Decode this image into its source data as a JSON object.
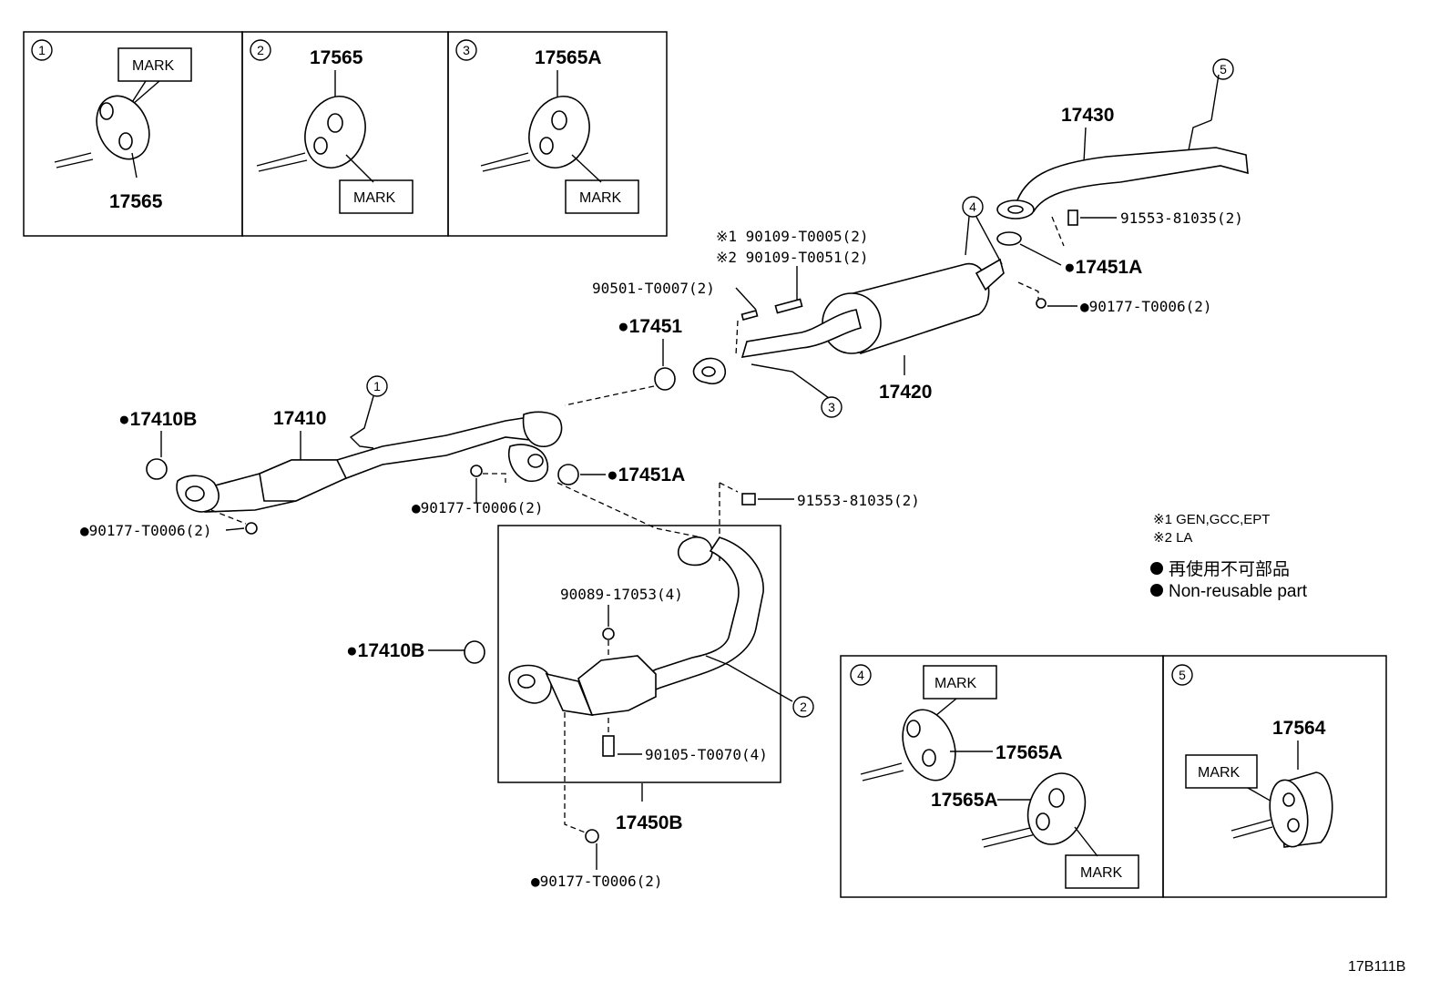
{
  "panels": [
    {
      "num": "1",
      "part": "17565",
      "mark": "MARK"
    },
    {
      "num": "2",
      "part": "17565",
      "mark": "MARK"
    },
    {
      "num": "3",
      "part": "17565A",
      "mark": "MARK"
    },
    {
      "num": "4",
      "part_a": "17565A",
      "part_b": "17565A",
      "mark_a": "MARK",
      "mark_b": "MARK"
    },
    {
      "num": "5",
      "part": "17564",
      "mark": "MARK"
    }
  ],
  "callouts": [
    "1",
    "2",
    "3",
    "4",
    "5"
  ],
  "parts": {
    "tail_pipe": "17430",
    "muffler": "17420",
    "center_pipe_note1": "※1  90109-T0005(2)",
    "center_pipe_note2": "※2  90109-T0051(2)",
    "spring": "90501-T0007(2)",
    "gasket_17451": "●17451",
    "gasket_17451a_top": "●17451A",
    "nut_top": "●90177-T0006(2)",
    "bolt_top": "91553-81035(2)",
    "front_pipe": "17410",
    "gasket_17410b_top": "●17410B",
    "nut_left": "●90177-T0006(2)",
    "nut_mid": "●90177-T0006(2)",
    "gasket_17451a_mid": "●17451A",
    "bolt_mid": "91553-81035(2)",
    "nut_90089": "90089-17053(4)",
    "gasket_17410b_bottom": "●17410B",
    "bolt_90105": "90105-T0070(4)",
    "front_pipe_b": "17450B",
    "nut_bottom": "●90177-T0006(2)"
  },
  "notes": {
    "n1": "※1 GEN,GCC,EPT",
    "n2": "※2 LA",
    "legend_jp": "再使用不可部品",
    "legend_en": "Non-reusable part"
  },
  "diagram_id": "17B111B"
}
